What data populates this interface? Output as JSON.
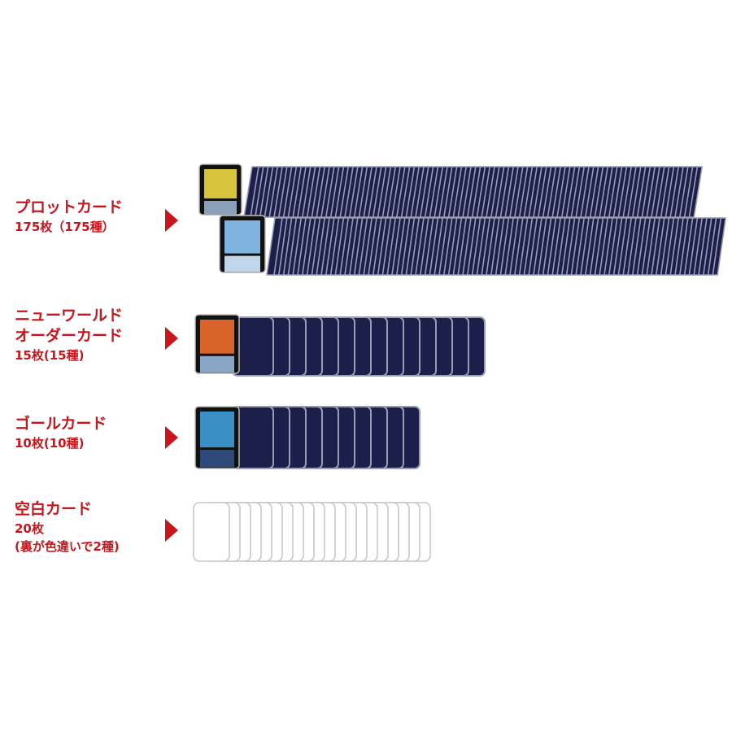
{
  "groups": [
    {
      "title": [
        "プロットカード"
      ],
      "count": [
        "175枚（175種）"
      ]
    },
    {
      "title": [
        "ニューワールド",
        "オーダーカード"
      ],
      "count": [
        "15枚(15種)"
      ]
    },
    {
      "title": [
        "ゴールカード"
      ],
      "count": [
        "10枚(10種)"
      ]
    },
    {
      "title": [
        "空白カード"
      ],
      "count": [
        "20枚",
        "(裏が色違いで2種)"
      ]
    }
  ],
  "colors": {
    "accent": "#c8161d",
    "card_back": "#1c1f4a",
    "card_edge": "#9a9cb4",
    "blank_edge": "#c8c8c8"
  }
}
